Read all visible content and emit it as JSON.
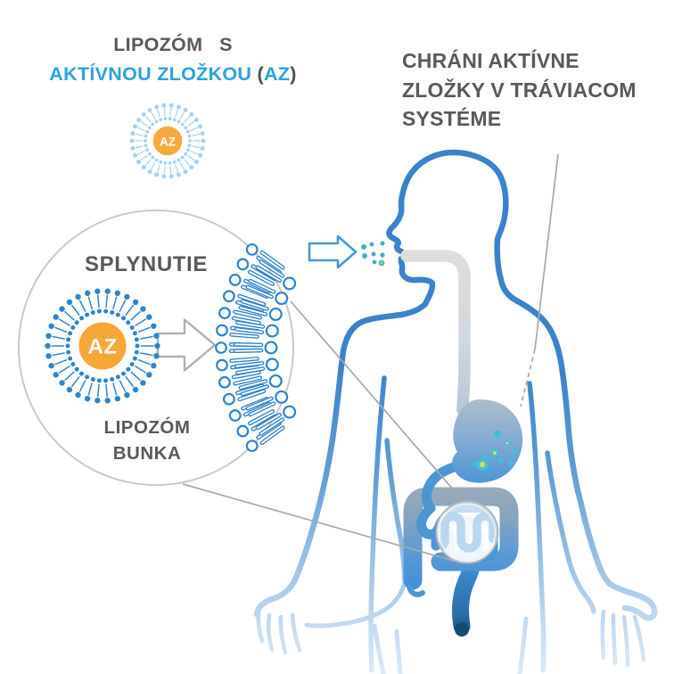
{
  "titles": {
    "left_line1": "LIPOZÓM   S",
    "left_line2_blue": "AKTÍVNOU ZLOŽKOU ",
    "left_line2_open": "(",
    "left_line2_az": "AZ",
    "left_line2_close": ")",
    "right": [
      "CHRÁNI AKTÍVNE",
      "ZLOŽKY V TRÁVIACOM",
      "SYSTÉME"
    ]
  },
  "circle_diagram": {
    "title": "SPLYNUTIE",
    "label_liposome": "LIPOZÓM",
    "label_cell": "BUNKA",
    "az_label": "AZ"
  },
  "small_liposome": {
    "az_label": "AZ"
  },
  "colors": {
    "body_outline": "#3A83C9",
    "text_dark": "#58595B",
    "text_blue": "#29A3DE",
    "liposome_blue": "#2C85CB",
    "liposome_light_blue": "#A5D2F0",
    "active_ingredient_orange": "#F5A738",
    "particle_teal": "#3EC1D4",
    "particle_yellow": "#D6DE52",
    "intestine_blue": "#4E95D3"
  }
}
